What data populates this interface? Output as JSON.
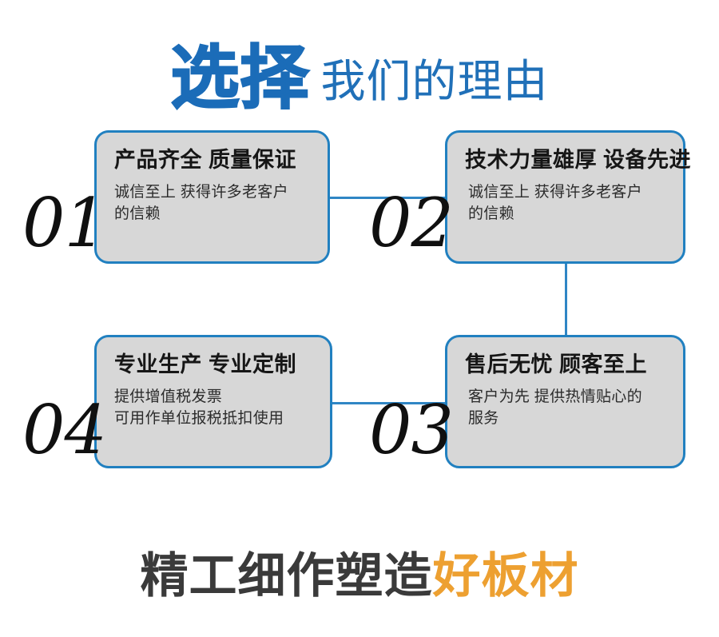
{
  "header": {
    "strong_text": "选择",
    "light_text": "我们的理由",
    "strong_color": "#1b6cb8",
    "light_color": "#2070b8"
  },
  "cards": [
    {
      "number": "01",
      "title": "产品齐全 质量保证",
      "body_line1": "诚信至上 获得许多老客户",
      "body_line2": "的信赖"
    },
    {
      "number": "02",
      "title": "技术力量雄厚 设备先进",
      "body_line1": "诚信至上 获得许多老客户",
      "body_line2": "的信赖"
    },
    {
      "number": "03",
      "title": "售后无忧 顾客至上",
      "body_line1": "客户为先 提供热情贴心的",
      "body_line2": "服务"
    },
    {
      "number": "04",
      "title": "专业生产 专业定制",
      "body_line1": "提供增值税发票",
      "body_line2": "可用作单位报税抵扣使用"
    }
  ],
  "footer": {
    "dark_text": "精工细作塑造",
    "accent_text": "好板材",
    "dark_color": "#3a3a3a",
    "accent_color": "#eda031"
  },
  "theme": {
    "card_fill": "#d7d7d7",
    "card_border": "#2180c0",
    "connector_color": "#2f86c5"
  }
}
